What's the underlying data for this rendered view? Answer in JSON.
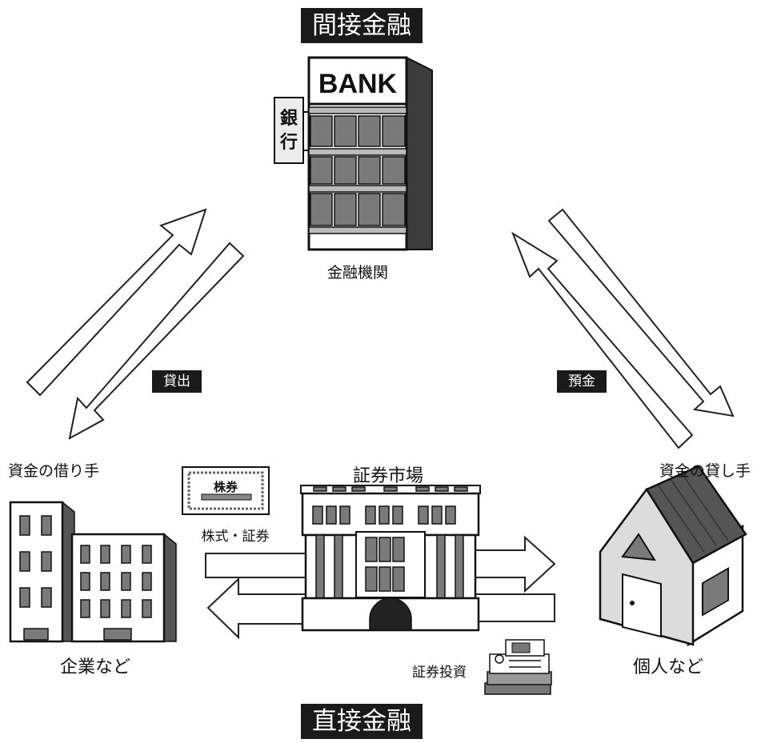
{
  "top_tag": "間接金融",
  "bottom_tag": "直接金融",
  "bank": {
    "sign_text": "BANK",
    "side_sign": [
      "銀",
      "行"
    ],
    "label": "金融機関"
  },
  "flows": {
    "loan_label": "貸出",
    "deposit_label": "預金",
    "securities_investment_label": "証券投資",
    "stocks_label": "株式・証券",
    "certificate_text": "株券"
  },
  "borrower": {
    "heading": "資金の借り手",
    "label": "企業など"
  },
  "lender": {
    "heading": "資金の貸し手",
    "label": "個人など"
  },
  "market": {
    "label": "証券市場"
  },
  "colors": {
    "dark": "#1a1a1a",
    "mid_gray": "#7a7a7a",
    "light_gray": "#dcdcdc",
    "roof": "#555555"
  }
}
